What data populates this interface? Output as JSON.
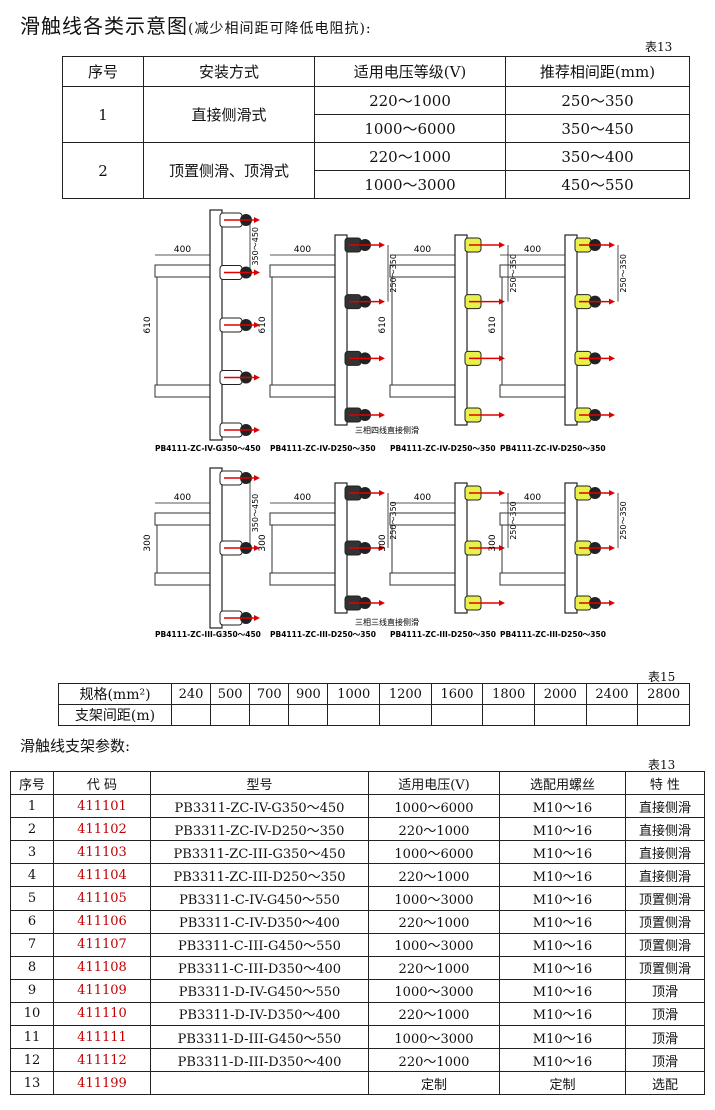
{
  "title": "滑触线各类示意图",
  "title_note": "(减少相间距可降低电阻抗):",
  "table1": {
    "label": "表13",
    "headers": [
      "序号",
      "安装方式",
      "适用电压等级(V)",
      "推荐相间距(mm)"
    ],
    "groups": [
      {
        "no": "1",
        "method": "直接侧滑式",
        "rows": [
          [
            "220～1000",
            "250～350"
          ],
          [
            "1000～6000",
            "350～450"
          ]
        ]
      },
      {
        "no": "2",
        "method": "顶置侧滑、顶滑式",
        "rows": [
          [
            "220～1000",
            "350～400"
          ],
          [
            "1000～3000",
            "450～550"
          ]
        ]
      }
    ]
  },
  "diagrams": {
    "row1_caption": "三相四线直接侧滑",
    "row2_caption": "三相三线直接侧滑",
    "row1": [
      {
        "model": "PB4111-ZC-IV-G350～450",
        "width": "400",
        "height": "610",
        "spacing": "350～450",
        "style": "G",
        "phases": 5
      },
      {
        "model": "PB4111-ZC-IV-D250～350",
        "width": "400",
        "height": "610",
        "spacing": "250～350",
        "style": "D",
        "phases": 4
      },
      {
        "model": "PB4111-ZC-IV-D250～350",
        "width": "400",
        "height": "610",
        "spacing": "250～350",
        "style": "Y",
        "phases": 4
      },
      {
        "model": "PB4111-ZC-IV-D250～350",
        "width": "400",
        "height": "610",
        "spacing": "250～350",
        "style": "Y2",
        "phases": 4
      }
    ],
    "row2": [
      {
        "model": "PB4111-ZC-III-G350～450",
        "width": "400",
        "height": "300",
        "spacing": "350～450",
        "style": "G",
        "phases": 3
      },
      {
        "model": "PB4111-ZC-III-D250～350",
        "width": "400",
        "height": "300",
        "spacing": "250～350",
        "style": "D",
        "phases": 3
      },
      {
        "model": "PB4111-ZC-III-D250～350",
        "width": "400",
        "height": "300",
        "spacing": "250～350",
        "style": "Y",
        "phases": 3
      },
      {
        "model": "PB4111-ZC-III-D250～350",
        "width": "400",
        "height": "300",
        "spacing": "250～350",
        "style": "Y2",
        "phases": 3
      }
    ]
  },
  "table2": {
    "label": "表15",
    "row1_label": "规格(mm²)",
    "row2_label": "支架间距(m)",
    "specs": [
      "240",
      "500",
      "700",
      "900",
      "1000",
      "1200",
      "1600",
      "1800",
      "2000",
      "2400",
      "2800"
    ]
  },
  "section2_title": "滑触线支架参数:",
  "table3": {
    "label": "表13",
    "headers": [
      "序号",
      "代 码",
      "型号",
      "适用电压(V)",
      "选配用螺丝",
      "特 性"
    ],
    "rows": [
      [
        "1",
        "411101",
        "PB3311-ZC-IV-G350～450",
        "1000～6000",
        "M10～16",
        "直接侧滑"
      ],
      [
        "2",
        "411102",
        "PB3311-ZC-IV-D250～350",
        "220～1000",
        "M10～16",
        "直接侧滑"
      ],
      [
        "3",
        "411103",
        "PB3311-ZC-III-G350～450",
        "1000～6000",
        "M10～16",
        "直接侧滑"
      ],
      [
        "4",
        "411104",
        "PB3311-ZC-III-D250～350",
        "220～1000",
        "M10～16",
        "直接侧滑"
      ],
      [
        "5",
        "411105",
        "PB3311-C-IV-G450～550",
        "1000～3000",
        "M10～16",
        "顶置侧滑"
      ],
      [
        "6",
        "411106",
        "PB3311-C-IV-D350～400",
        "220～1000",
        "M10～16",
        "顶置侧滑"
      ],
      [
        "7",
        "411107",
        "PB3311-C-III-G450～550",
        "1000～3000",
        "M10～16",
        "顶置侧滑"
      ],
      [
        "8",
        "411108",
        "PB3311-C-III-D350～400",
        "220～1000",
        "M10～16",
        "顶置侧滑"
      ],
      [
        "9",
        "411109",
        "PB3311-D-IV-G450～550",
        "1000～3000",
        "M10～16",
        "顶滑"
      ],
      [
        "10",
        "411110",
        "PB3311-D-IV-D350～400",
        "220～1000",
        "M10～16",
        "顶滑"
      ],
      [
        "11",
        "411111",
        "PB3311-D-III-G450～550",
        "1000～3000",
        "M10～16",
        "顶滑"
      ],
      [
        "12",
        "411112",
        "PB3311-D-III-D350～400",
        "220～1000",
        "M10～16",
        "顶滑"
      ],
      [
        "13",
        "411199",
        "",
        "定制",
        "定制",
        "选配"
      ]
    ]
  },
  "colors": {
    "code": "#c00000",
    "insulator_yellow": "#e8f04a",
    "arrow": "#e00000"
  }
}
